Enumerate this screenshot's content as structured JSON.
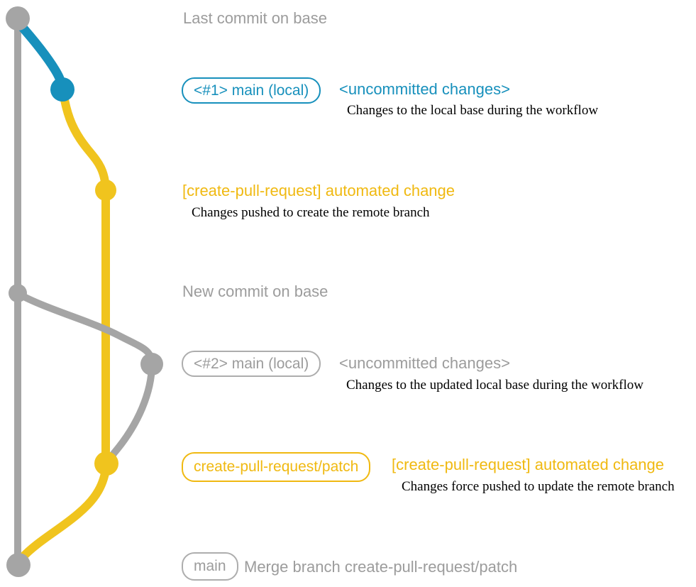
{
  "palette": {
    "gray_line": "#A5A5A5",
    "gray_text": "#9C9C9C",
    "gray_badge_border": "#ADADAD",
    "blue": "#1790BC",
    "yellow_line": "#F0C41E",
    "yellow_text": "#F0B911",
    "caption_text": "#000000"
  },
  "graph": {
    "type": "git-commit-graph",
    "nodes": [
      {
        "id": "base-last-commit",
        "color": "#A5A5A5"
      },
      {
        "id": "local-main-1",
        "color": "#1790BC"
      },
      {
        "id": "remote-branch-1",
        "color": "#F0C41E"
      },
      {
        "id": "base-new-commit",
        "color": "#A5A5A5"
      },
      {
        "id": "local-main-2",
        "color": "#A5A5A5"
      },
      {
        "id": "remote-branch-2",
        "color": "#F0C41E"
      },
      {
        "id": "merge-commit",
        "color": "#A5A5A5"
      }
    ]
  },
  "labels": {
    "last_commit_on_base": "Last commit on base",
    "badge_main_local_1": "<#1> main (local)",
    "uncommitted_changes_1": "<uncommitted changes>",
    "caption_local_base": "Changes to the local base during the workflow",
    "automated_change_1": "[create-pull-request] automated change",
    "caption_pushed_create": "Changes pushed to create the remote branch",
    "new_commit_on_base": "New commit on base",
    "badge_main_local_2": "<#2> main (local)",
    "uncommitted_changes_2": "<uncommitted changes>",
    "caption_updated_local_base": "Changes to the updated local base during the workflow",
    "badge_patch_branch": "create-pull-request/patch",
    "automated_change_2": "[create-pull-request] automated change",
    "caption_force_pushed": "Changes force pushed to update the remote branch",
    "badge_main": "main",
    "merge_branch": "Merge branch create-pull-request/patch"
  }
}
